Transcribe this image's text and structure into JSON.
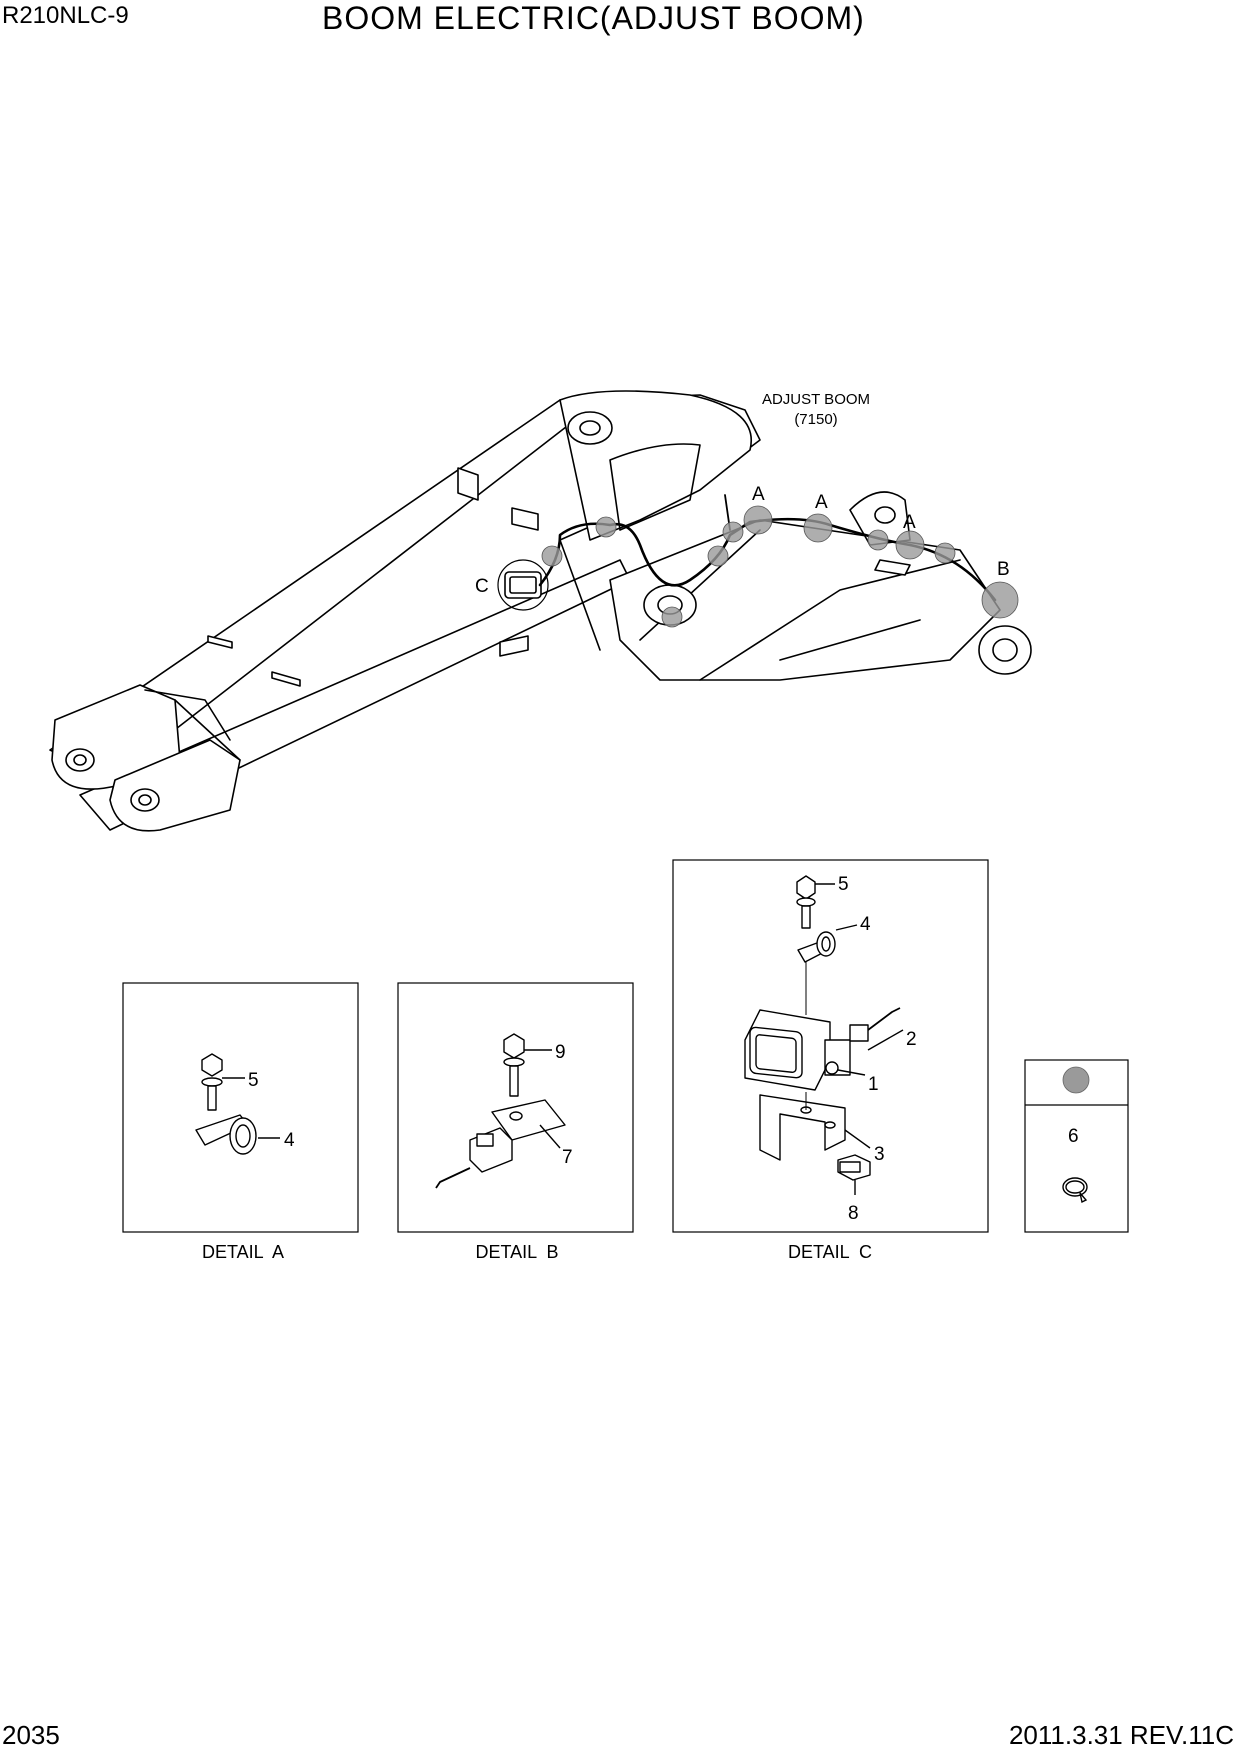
{
  "header": {
    "model": "R210NLC-9",
    "title": "BOOM ELECTRIC(ADJUST BOOM)"
  },
  "footer": {
    "page_number": "2035",
    "revision": "2011.3.31 REV.11C"
  },
  "main_view": {
    "assembly_label": "ADJUST BOOM",
    "assembly_code": "(7150)",
    "callouts": {
      "a": "A",
      "b": "B",
      "c": "C"
    }
  },
  "details": {
    "a": {
      "caption": "DETAIL  A",
      "parts": {
        "bolt": "5",
        "clamp": "4"
      }
    },
    "b": {
      "caption": "DETAIL  B",
      "parts": {
        "bolt": "9",
        "bracket": "7"
      }
    },
    "c": {
      "caption": "DETAIL  C",
      "parts": {
        "bolt_top": "5",
        "clamp": "4",
        "connector": "2",
        "lamp": "1",
        "bracket": "3",
        "bolt_bottom": "8"
      }
    }
  },
  "legend": {
    "part_number": "6",
    "marker_color": "#9a9a9a"
  }
}
